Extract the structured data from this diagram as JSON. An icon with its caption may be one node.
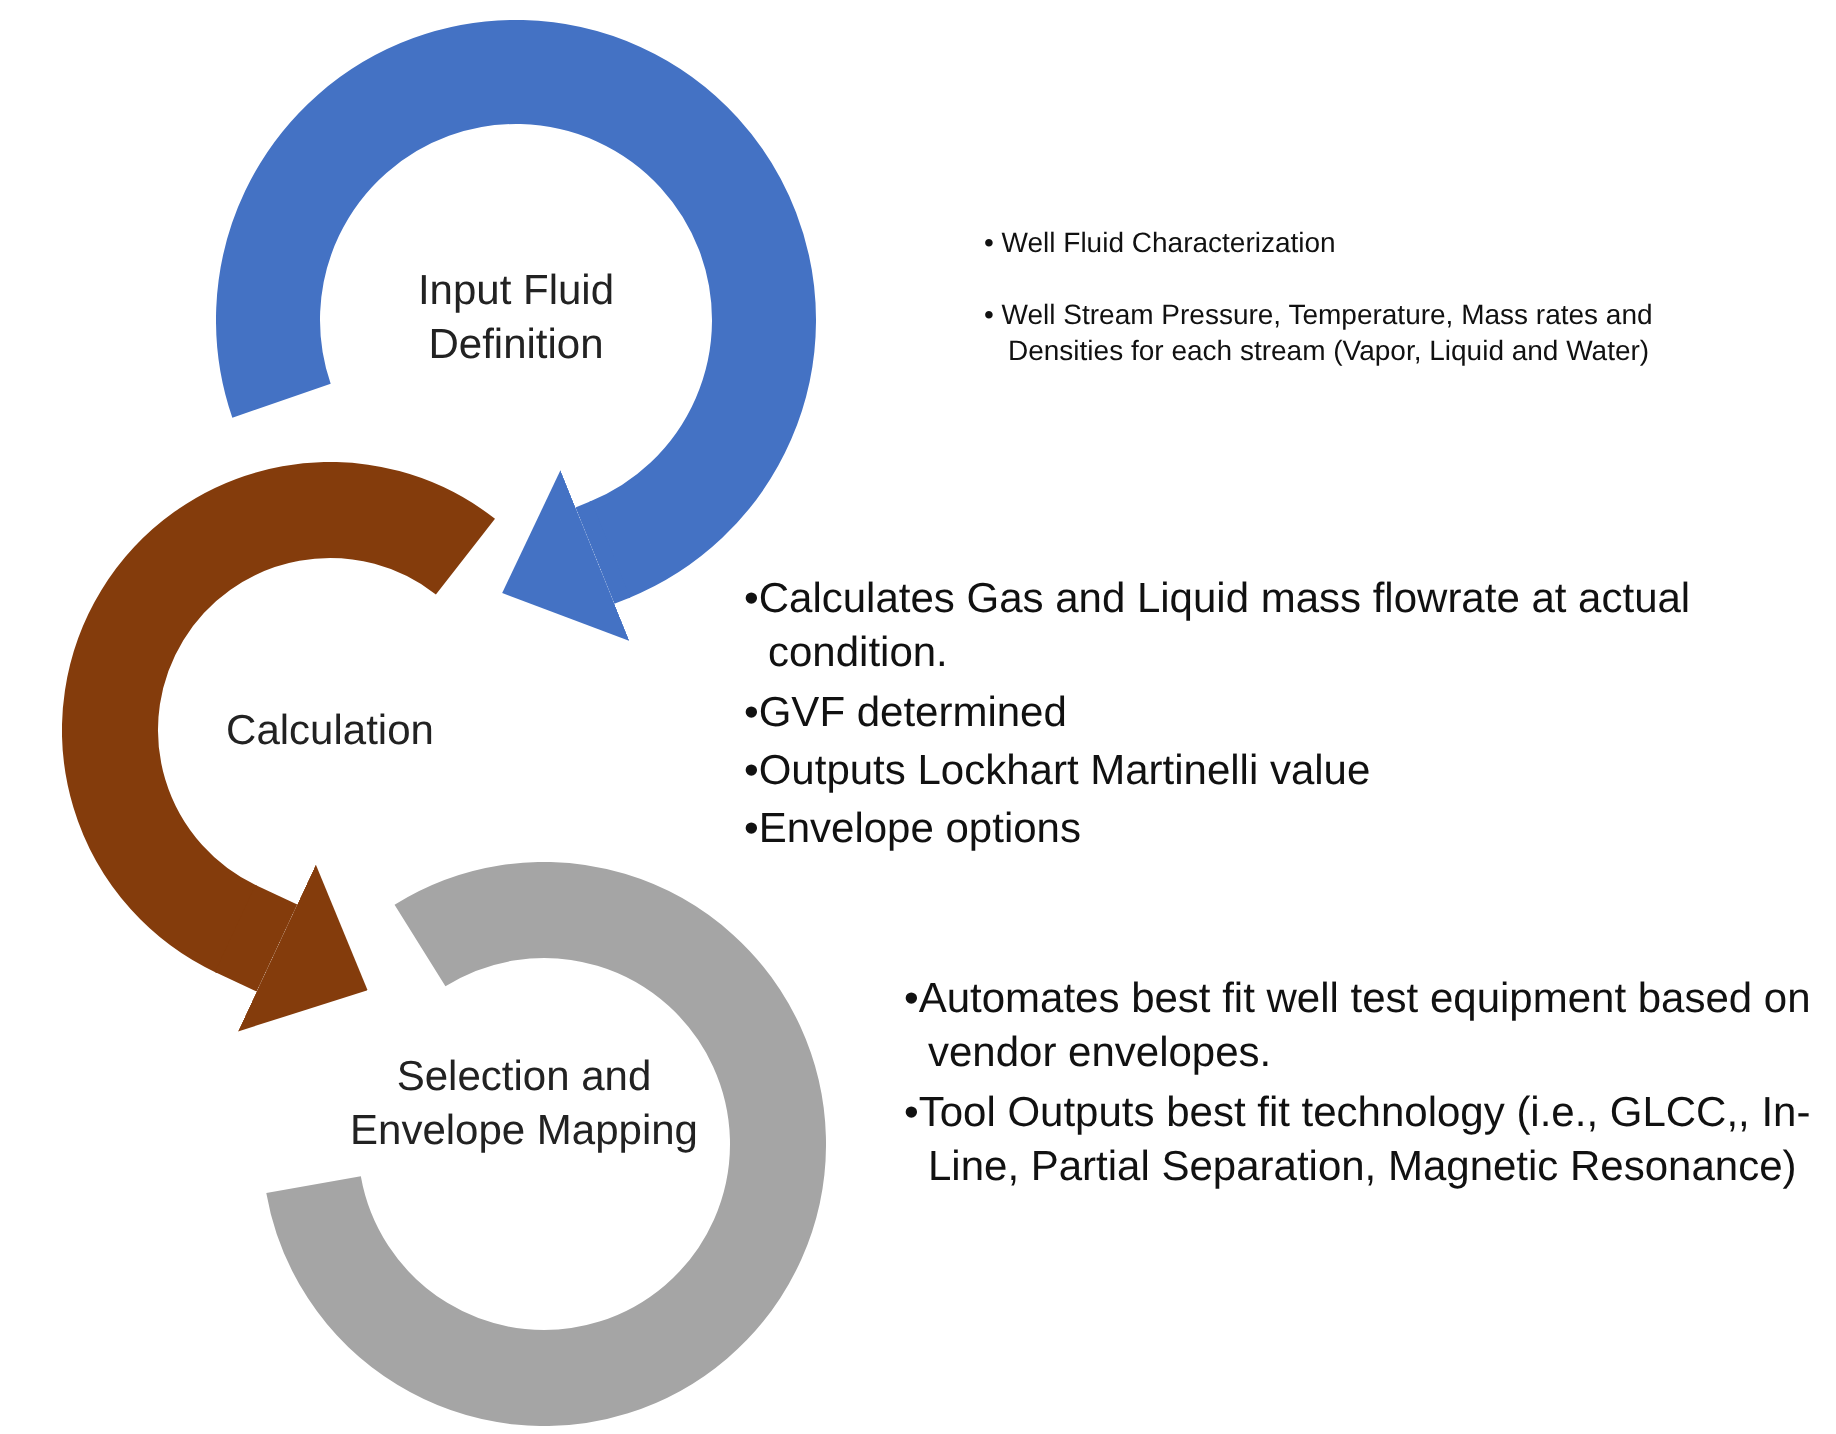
{
  "diagram": {
    "nodes": [
      {
        "text": [
          "Input Fluid Definition"
        ],
        "beside": [
          "• Well Fluid Characterization",
          "• Well Stream Pressure, Temperature, Mass rates and Densities for each stream (Vapor, Liquid and Water)"
        ]
      },
      {
        "text": [
          "Calculation"
        ]
      },
      {
        "text": [
          "Selection and Envelope Mapping"
        ],
        "beside": [
          "•Automates best fit well test equipment based on vendor envelopes.",
          "•Tool Outputs best fit technology (i.e., GLCC,, In-Line, Partial Separation, Magnetic Resonance)"
        ]
      }
    ],
    "edges": [
      {
        "from": 0,
        "to": 1,
        "arrow": "to",
        "color": "#4472c4"
      },
      {
        "from": 1,
        "to": 2,
        "arrow": "to",
        "color": "#843c0c"
      }
    ],
    "labels": [
      "•Calculates Gas and Liquid mass flowrate at actual condition.",
      "•GVF determined",
      "•Outputs Lockhart Martinelli value",
      "•Envelope options"
    ]
  }
}
